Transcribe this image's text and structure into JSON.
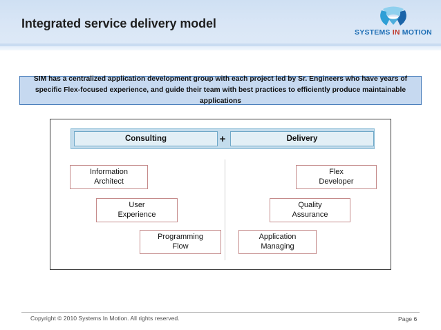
{
  "header": {
    "title": "Integrated service delivery model",
    "logo": {
      "name": "systems-in-motion-logo",
      "word1": "SYSTEMS ",
      "word2": "IN",
      "word3": " MOTION",
      "mark_colors": [
        "#2e9fd6",
        "#1b64a8",
        "#8fd0ee"
      ]
    },
    "band_color": "#d7e5f5"
  },
  "callout": {
    "text": "SIM has a centralized application development group with each project led by Sr. Engineers who have years of specific Flex-focused experience, and guide their team with best practices to efficiently produce maintainable applications",
    "fill_color": "#c6d9f0",
    "border_color": "#4a7ebb"
  },
  "diagram": {
    "header_row": {
      "left_label": "Consulting",
      "operator": "+",
      "right_label": "Delivery",
      "wrapper_fill": "#c3dcec",
      "box_fill": "#e2eff6"
    },
    "columns": [
      {
        "side": "consulting",
        "roles": [
          {
            "line1": "Information",
            "line2": "Architect"
          },
          {
            "line1": "User",
            "line2": "Experience"
          },
          {
            "line1": "Programming",
            "line2": "Flow"
          }
        ]
      },
      {
        "side": "delivery",
        "roles": [
          {
            "line1": "Flex",
            "line2": "Developer"
          },
          {
            "line1": "Quality",
            "line2": "Assurance"
          },
          {
            "line1": "Application",
            "line2": "Managing"
          }
        ]
      }
    ],
    "role_border_color": "#c58b8b"
  },
  "footer": {
    "copyright": "Copyright © 2010 Systems In Motion. All rights reserved.",
    "page": "Page 6"
  }
}
